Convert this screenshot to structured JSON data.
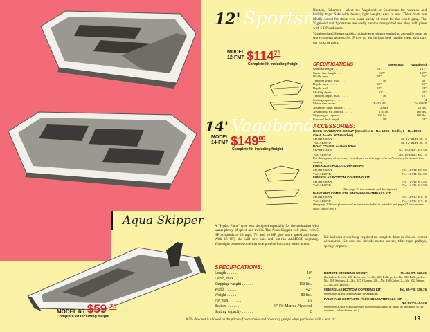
{
  "sportsman": {
    "size": "12'",
    "name": "Sportsman",
    "model_label": "MODEL",
    "model_no": "12-FM7",
    "price_main": "$114",
    "price_cents": "75",
    "kit_note": "Complete kit including freight",
    "description": "Hunters, fishermen—select the Vagabond or Sportsman for vacation and holiday trips. Safe wide beams, light weight, easy to row. These boats are ideally suited for those who want plenty of room for the whole gang. The Vagabond and Sportsman are easily car-top transported and they will plane with 5 HP outboards.",
    "description2": "Vagabond and Sportsman kits include everything required to assemble boats as shown except accessories. Prices do not include bow handle, cleat, drip pan, oar locks or paint."
  },
  "vagabond": {
    "size": "14'",
    "name": "Vagabond",
    "model_label": "MODEL",
    "model_no": "14-FM7",
    "price_main": "$149",
    "price_cents": "00",
    "kit_note": "Complete kit including freight"
  },
  "specs": {
    "heading": "SPECIFICATIONS",
    "col1": "Sportsman",
    "col2": "Vagabond",
    "rows": [
      {
        "label": "Gunwale length",
        "a": "12'1\"",
        "b": "14'1\""
      },
      {
        "label": "Center line length",
        "a": "11'7\"",
        "b": "13'7\""
      },
      {
        "label": "Width, max.",
        "a": "54\"",
        "b": "56\""
      },
      {
        "label": "Transom width, max.",
        "a": "48\"",
        "b": "48\""
      },
      {
        "label": "Depth, max.",
        "a": "25\"",
        "b": "25\""
      },
      {
        "label": "Depth, fwd.",
        "a": "28\"",
        "b": "28\""
      },
      {
        "label": "Midship depth",
        "a": "22\"",
        "b": "22\""
      },
      {
        "label": "Transom depth, max.",
        "a": "18\"",
        "b": "18\""
      },
      {
        "label": "Seating capacity",
        "a": "4",
        "b": "4"
      },
      {
        "label": "Motor size recom.",
        "a": "To 30 HP",
        "b": "To 40 HP"
      },
      {
        "label": "Assembly time, approx.",
        "a": "20 hrs.",
        "b": "23 hrs."
      },
      {
        "label": "Assembled, wt., approx.",
        "a": "130 lbs.",
        "b": "165 lbs."
      },
      {
        "label": "Shipping wt., approx.",
        "a": "160 lbs.",
        "b": "195 lbs."
      },
      {
        "label": "Forward deck length",
        "a": "28\"",
        "b": "28\""
      }
    ]
  },
  "accessories": {
    "heading": "ACCESSORIES:",
    "deck_group": "DECK HARDWARE GROUP (Includes: 1—No. 130C Handle, 1—No. 100C Cleat, 2—No. 507 Handles)",
    "deck_items": [
      {
        "label": "SPORTSMAN",
        "value": "No. 12-MDH: $6.75"
      },
      {
        "label": "VAGABOND",
        "value": "No. 12-MDH: $6.75"
      }
    ],
    "seat_group": "BOAT COVER, custom fitted.",
    "seat_items": [
      {
        "label": "SPORTSMAN",
        "value": "No. 12-45BC: $19.50"
      },
      {
        "label": "VAGABOND",
        "value": "No. 14-45BC: $22.75"
      }
    ],
    "seat_note": "For description of accessory items listed on this page refer to Accessory Section of this catalog.",
    "hull_group": "FIBERGLAS HULL COVERING KIT",
    "hull_items": [
      {
        "label": "SPORTSMAN",
        "value": "No. 12-FH: $29.65"
      },
      {
        "label": "VAGABOND",
        "value": "No. 14-FH: $34.95"
      }
    ],
    "bottom_group": "FIBERGLAS BOTTOM COVERING KIT",
    "bottom_items": [
      {
        "label": "SPORTSMAN",
        "value": "No. 12-FB: $14.85"
      },
      {
        "label": "VAGABOND",
        "value": "No. 14-FB: $17.90"
      }
    ],
    "bottom_note": "(See page 32 for contents and description)",
    "paint_group": "PAINT AND COMPLETE FINISHING MATERIALS KIT",
    "paint_items": [
      {
        "label": "SPORTSMAN",
        "value": "No. 12-FK: $18.70"
      },
      {
        "label": "VAGABOND",
        "value": "No. 14-FK: $19.10"
      }
    ],
    "paint_note": "(See page 20 for explanation of materials included in paint kit and page 31 for contents, color choice, etc.)"
  },
  "aqua": {
    "name": "Aqua Skipper",
    "intro": "A \"Hydro Plane\" type boat designed especially for the enthusiast who wants plenty of speed and thrills. The Aqua Skipper will plane with 5 HP at speeds to 18 mph; 7½ and 10 HP give more speed and spray. With 16 HP, she will tow skis and out-run ALMOST anything. Watertight pontoons on either side provide buoyancy when at rest.",
    "kit_text": "Kit includes everything required to complete boat as shown, except accessories. Kit does not include motor, steerer, tiller rope, pulleys, springs or paint.",
    "spec_heading": "SPECIFICATIONS:",
    "specs": [
      {
        "label": "Length",
        "value": "10'"
      },
      {
        "label": "Depth, max.",
        "value": "11\""
      },
      {
        "label": "Shipping weight",
        "value": "110 lbs."
      },
      {
        "label": "Width",
        "value": "42\""
      },
      {
        "label": "Weight",
        "value": "80 lbs."
      },
      {
        "label": "HP, max.",
        "value": "16"
      },
      {
        "label": "Bottom",
        "value": "⅜\" Fir Marine Plywood"
      },
      {
        "label": "Seating capacity",
        "value": "2"
      }
    ],
    "model_label": "MODEL 65",
    "price_main": "$59",
    "price_cents": "75",
    "kit_note": "Complete kit including freight",
    "remote": {
      "label": "REMOTE STEERING GROUP",
      "value": "No. 65-ST: $23.30"
    },
    "remote_note": "(Includes: 1—No. 400-B Steerer, 4—No. 230 Pulleys, 2—No. 836 Pulleys, 2—No. 581 Springs, 2—No. 327 Clamps, 20'—No. 160 Cable, 2—No. 832 Straps, 2—No. 240 Hooks.)",
    "bottom": {
      "label": "FIBERGLAS BOTTOM COVERING KIT",
      "value": "No. 65-FB: $16.75"
    },
    "bottom_note": "(See page 32 for contents and description)",
    "paint": {
      "label": "PAINT AND COMPLETE FINISHING MATERIALS KIT",
      "value": "No. 65-PK: $7.45"
    },
    "paint_note": "(See page 20 for explanation of materials included in paint kit and page 31 for contents, color choice, etc.)"
  },
  "footer": {
    "note": "A 5% discount is allowed on the prices of accessories and accessory groups when purchased with a boat kit.",
    "page": "19"
  }
}
